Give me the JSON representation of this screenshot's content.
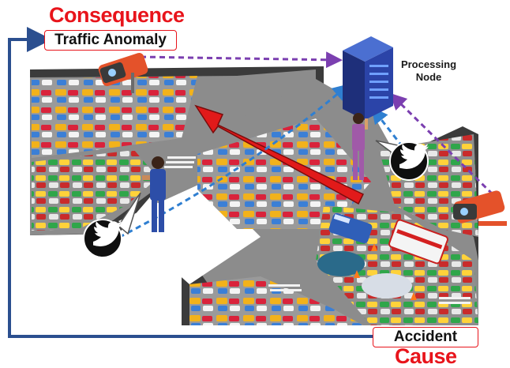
{
  "labels": {
    "consequence": "Consequence",
    "traffic_anomaly": "Traffic Anomaly",
    "processing_node_line1": "Processing",
    "processing_node_line2": "Node",
    "accident": "Accident",
    "cause": "Cause"
  },
  "colors": {
    "title_red": "#e8141b",
    "loop_arrow_blue": "#2b4f8f",
    "dashed_purple": "#7b3fb0",
    "dashed_blue": "#2f7fd1",
    "anomaly_arrow_red": "#e11a1a",
    "road_gray": "#8a8a8a",
    "block_gray": "#3a3a3a"
  },
  "icons": {
    "left_tweet": "twitter-bird-icon",
    "right_tweet": "twitter-bird-icon",
    "left_camera": "traffic-camera-icon",
    "right_camera": "traffic-camera-icon",
    "server": "server-rack-icon"
  }
}
